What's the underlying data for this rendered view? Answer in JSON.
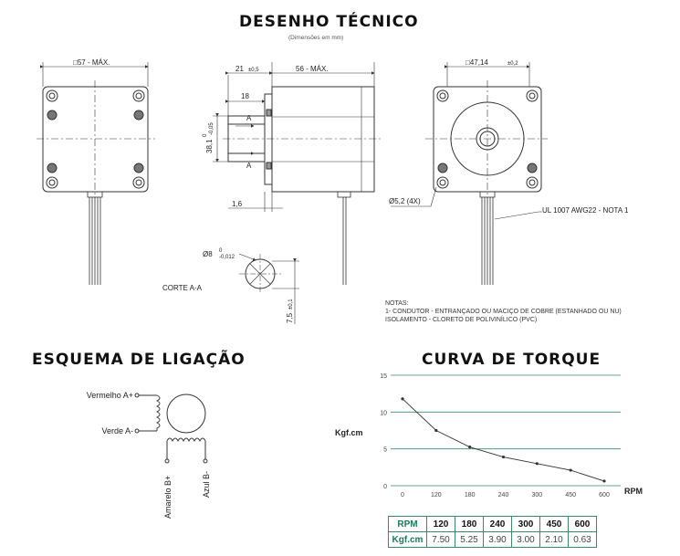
{
  "titles": {
    "technical": "DESENHO TÉCNICO",
    "technical_sub": "(Dimensões em mm)",
    "wiring": "ESQUEMA DE LIGAÇÃO",
    "torque": "CURVA DE TORQUE"
  },
  "dims": {
    "front_width": "□57 - MÁX.",
    "shaft_21": "21",
    "shaft_21_tol": "±0,5",
    "body_56": "56 - MÁX.",
    "flat_18": "18",
    "boss_38": "38,1",
    "boss_38_tol_up": "0",
    "boss_38_tol_dn": "-0,05",
    "thk_16": "1,6",
    "rear_width": "□47,14",
    "rear_width_tol": "±0,2",
    "hole": "Ø5,2 (4X)",
    "wire": "UL 1007 AWG22 - NOTA 1",
    "shaft_dia": "Ø8",
    "shaft_dia_tol_up": "0",
    "shaft_dia_tol_dn": "-0,012",
    "section_label": "CORTE A-A",
    "flat_75": "7,5",
    "flat_75_tol": "±0,1",
    "cut_mark": "A"
  },
  "notes": [
    "NOTAS:",
    "1- CONDUTOR - ENTRANÇADO OU MACIÇO DE COBRE (ESTANHADO OU NU)",
    "ISOLAMENTO - CLORETO DE POLIVINÍLICO (PVC)"
  ],
  "wiring": {
    "a_plus": "Vermelho A+",
    "a_minus": "Verde A-",
    "b_plus": "Amarelo B+",
    "b_minus": "Azul B-"
  },
  "colors": {
    "grid": "#3a8a6a",
    "accent": "#1a7a5a",
    "line": "#333333"
  },
  "chart_data": {
    "type": "line",
    "title": "CURVA DE TORQUE",
    "xlabel": "RPM",
    "ylabel": "Kgf.cm",
    "ylim": [
      0,
      15
    ],
    "yticks": [
      0,
      5,
      10,
      15
    ],
    "xticks": [
      0,
      120,
      180,
      240,
      300,
      450,
      600
    ],
    "grid": true,
    "series": [
      {
        "x": [
          0,
          120,
          180,
          240,
          300,
          450,
          600
        ],
        "y": [
          11.8,
          7.5,
          5.25,
          3.9,
          3.0,
          2.1,
          0.63
        ]
      }
    ],
    "table": {
      "row_labels": [
        "RPM",
        "Kgf.cm"
      ],
      "rpm": [
        "120",
        "180",
        "240",
        "300",
        "450",
        "600"
      ],
      "torque": [
        "7.50",
        "5.25",
        "3.90",
        "3.00",
        "2.10",
        "0.63"
      ]
    }
  }
}
